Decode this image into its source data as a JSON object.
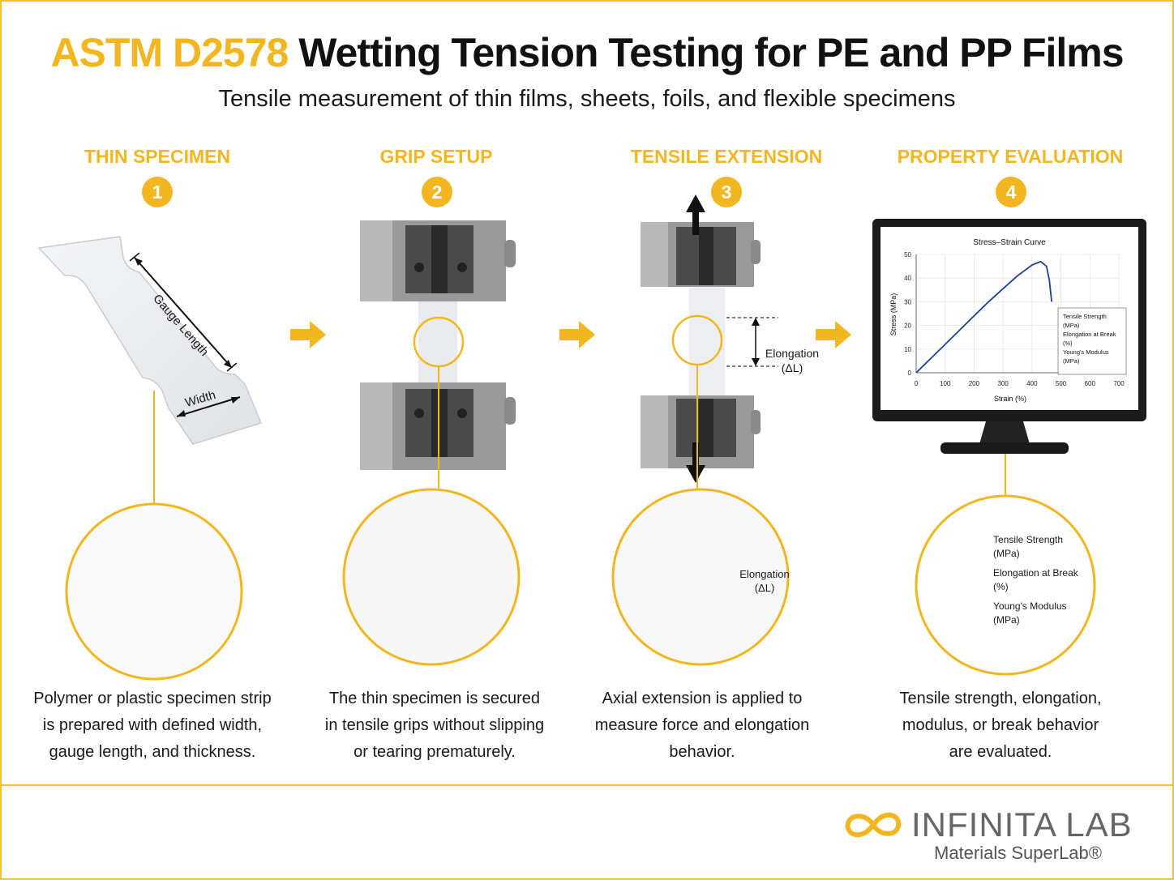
{
  "header": {
    "title_accent": "ASTM D2578",
    "title_rest": "Wetting Tension Testing for PE and PP Films",
    "subtitle": "Tensile measurement of thin films, sheets, foils, and flexible specimens"
  },
  "steps": [
    {
      "number": "1",
      "title": "THIN SPECIMEN",
      "caption_lines": [
        "Polymer or plastic specimen strip",
        "is prepared with defined width,",
        "gauge length, and thickness."
      ]
    },
    {
      "number": "2",
      "title": "GRIP SETUP",
      "caption_lines": [
        "The thin specimen is secured",
        "in tensile grips without slipping",
        "or tearing prematurely."
      ]
    },
    {
      "number": "3",
      "title": "TENSILE EXTENSION",
      "caption_lines": [
        "Axial extension is applied to",
        "measure force and elongation",
        "behavior."
      ]
    },
    {
      "number": "4",
      "title": "PROPERTY EVALUATION",
      "caption_lines": [
        "Tensile strength, elongation,",
        "modulus, or break behavior",
        "are evaluated."
      ]
    }
  ],
  "specimen": {
    "gauge_label": "Gauge Length",
    "width_label": "Width"
  },
  "extension": {
    "elongation_label": "Elongation",
    "delta_label": "(ΔL)"
  },
  "chart_data": {
    "type": "line",
    "title": "Stress–Strain Curve",
    "xlabel": "Strain (%)",
    "ylabel": "Stress (MPa)",
    "xlim": [
      0,
      700
    ],
    "ylim": [
      0,
      50
    ],
    "xticks": [
      0,
      100,
      200,
      300,
      400,
      500,
      600,
      700
    ],
    "yticks": [
      0,
      10,
      20,
      30,
      40,
      50
    ],
    "x": [
      0,
      50,
      100,
      150,
      200,
      250,
      300,
      350,
      400,
      430,
      450,
      460,
      468
    ],
    "y": [
      0,
      6,
      12,
      18,
      24,
      30,
      35.5,
      41,
      45.5,
      47,
      45,
      39,
      30
    ],
    "line_color": "#1f3f9a",
    "legend": [
      "Tensile Strength",
      "(MPa)",
      "Elongation at Break",
      "(%)",
      "Young's Modulus",
      "(MPa)"
    ]
  },
  "logo": {
    "name": "INFINITA LAB",
    "tagline": "Materials SuperLab®"
  },
  "colors": {
    "accent": "#f2b620",
    "frame": "#f2c230",
    "grip_dark": "#4a4a4a",
    "grip_light": "#9a9a9a"
  }
}
